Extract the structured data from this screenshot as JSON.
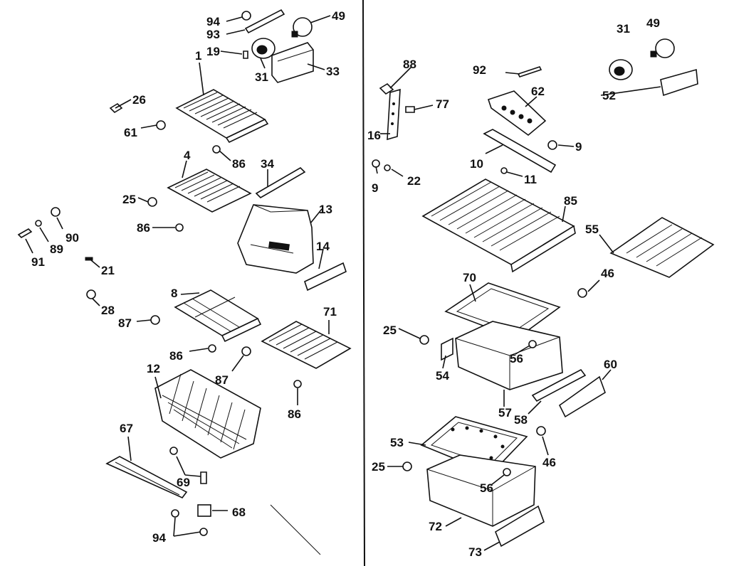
{
  "diagram": {
    "labels": {
      "l94a": "94",
      "l93": "93",
      "l19": "19",
      "l49a": "49",
      "l1": "1",
      "l31a": "31",
      "l33": "33",
      "l26": "26",
      "l61": "61",
      "l86a": "86",
      "l4": "4",
      "l34": "34",
      "l25a": "25",
      "l13": "13",
      "l86b": "86",
      "l14": "14",
      "l90": "90",
      "l89": "89",
      "l91": "91",
      "l21": "21",
      "l8": "8",
      "l28": "28",
      "l87a": "87",
      "l71": "71",
      "l86c": "86",
      "l87b": "87",
      "l86d": "86",
      "l12": "12",
      "l67": "67",
      "l69": "69",
      "l68": "68",
      "l94b": "94",
      "l88": "88",
      "l92": "92",
      "l31b": "31",
      "l49b": "49",
      "l77": "77",
      "l62": "62",
      "l52": "52",
      "l16": "16",
      "l9a": "9",
      "l10": "10",
      "l9b": "9",
      "l22": "22",
      "l11": "11",
      "l85": "85",
      "l55": "55",
      "l70": "70",
      "l46a": "46",
      "l25b": "25",
      "l56a": "56",
      "l54": "54",
      "l60": "60",
      "l57": "57",
      "l58": "58",
      "l53": "53",
      "l46b": "46",
      "l25c": "25",
      "l56b": "56",
      "l72": "72",
      "l73": "73"
    }
  }
}
